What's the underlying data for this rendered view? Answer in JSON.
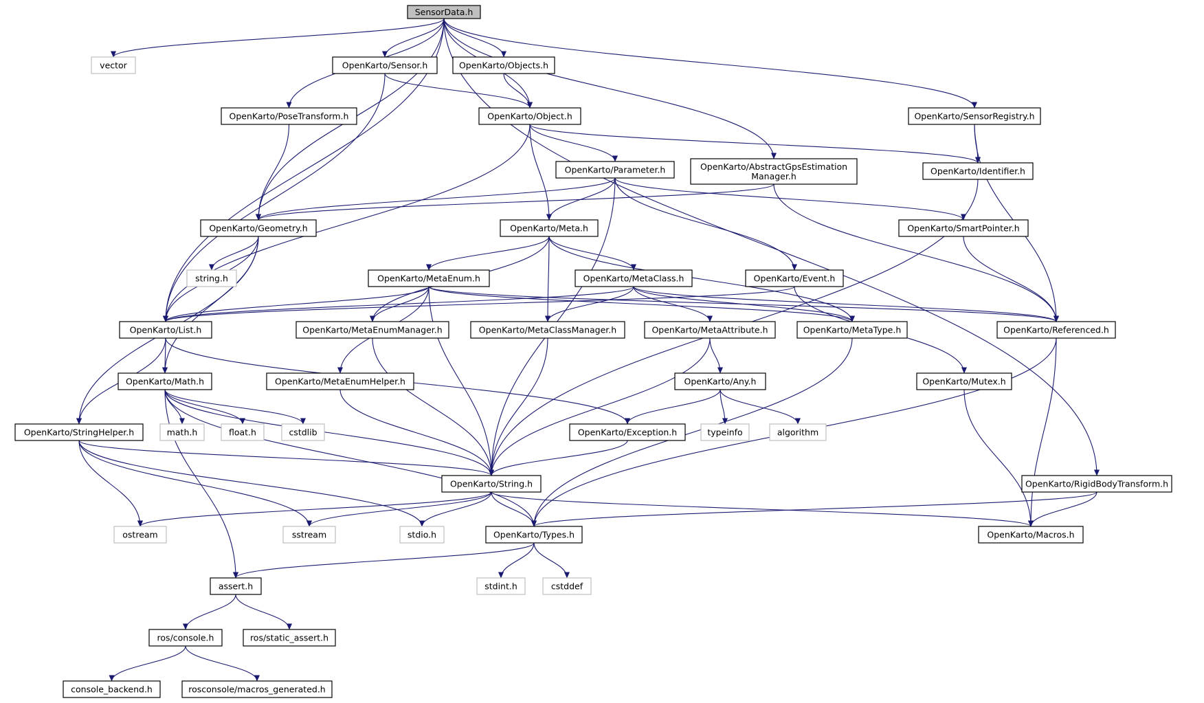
{
  "colors": {
    "edge": "#191970",
    "node_border": "#000000",
    "node_fill": "#ffffff",
    "root_fill": "#bfbfbf",
    "system_border": "#bfbfbf",
    "text": "#000000"
  },
  "nodes": [
    {
      "id": "sensordata",
      "label": "SensorData.h",
      "kind": "root"
    },
    {
      "id": "vector",
      "label": "vector",
      "kind": "system"
    },
    {
      "id": "sensor",
      "label": "OpenKarto/Sensor.h",
      "kind": "local"
    },
    {
      "id": "objects",
      "label": "OpenKarto/Objects.h",
      "kind": "local"
    },
    {
      "id": "posetransform",
      "label": "OpenKarto/PoseTransform.h",
      "kind": "local"
    },
    {
      "id": "object",
      "label": "OpenKarto/Object.h",
      "kind": "local"
    },
    {
      "id": "sensorregistry",
      "label": "OpenKarto/SensorRegistry.h",
      "kind": "local"
    },
    {
      "id": "parameter",
      "label": "OpenKarto/Parameter.h",
      "kind": "local"
    },
    {
      "id": "abstractgps",
      "label": "OpenKarto/AbstractGpsEstimation\nManager.h",
      "kind": "local"
    },
    {
      "id": "identifier",
      "label": "OpenKarto/Identifier.h",
      "kind": "local"
    },
    {
      "id": "geometry",
      "label": "OpenKarto/Geometry.h",
      "kind": "local"
    },
    {
      "id": "meta",
      "label": "OpenKarto/Meta.h",
      "kind": "local"
    },
    {
      "id": "smartpointer",
      "label": "OpenKarto/SmartPointer.h",
      "kind": "local"
    },
    {
      "id": "stringh",
      "label": "string.h",
      "kind": "system"
    },
    {
      "id": "metaenum",
      "label": "OpenKarto/MetaEnum.h",
      "kind": "local"
    },
    {
      "id": "metaclass",
      "label": "OpenKarto/MetaClass.h",
      "kind": "local"
    },
    {
      "id": "event",
      "label": "OpenKarto/Event.h",
      "kind": "local"
    },
    {
      "id": "list",
      "label": "OpenKarto/List.h",
      "kind": "local"
    },
    {
      "id": "metaenummanager",
      "label": "OpenKarto/MetaEnumManager.h",
      "kind": "local"
    },
    {
      "id": "metaclassmanager",
      "label": "OpenKarto/MetaClassManager.h",
      "kind": "local"
    },
    {
      "id": "metaattribute",
      "label": "OpenKarto/MetaAttribute.h",
      "kind": "local"
    },
    {
      "id": "metatype",
      "label": "OpenKarto/MetaType.h",
      "kind": "local"
    },
    {
      "id": "referenced",
      "label": "OpenKarto/Referenced.h",
      "kind": "local"
    },
    {
      "id": "math",
      "label": "OpenKarto/Math.h",
      "kind": "local"
    },
    {
      "id": "metaenumhelper",
      "label": "OpenKarto/MetaEnumHelper.h",
      "kind": "local"
    },
    {
      "id": "any",
      "label": "OpenKarto/Any.h",
      "kind": "local"
    },
    {
      "id": "mutex",
      "label": "OpenKarto/Mutex.h",
      "kind": "local"
    },
    {
      "id": "mathh",
      "label": "math.h",
      "kind": "system"
    },
    {
      "id": "floath",
      "label": "float.h",
      "kind": "system"
    },
    {
      "id": "cstdlib",
      "label": "cstdlib",
      "kind": "system"
    },
    {
      "id": "stringhelper",
      "label": "OpenKarto/StringHelper.h",
      "kind": "local"
    },
    {
      "id": "exception",
      "label": "OpenKarto/Exception.h",
      "kind": "local"
    },
    {
      "id": "typeinfo",
      "label": "typeinfo",
      "kind": "system"
    },
    {
      "id": "algorithm",
      "label": "algorithm",
      "kind": "system"
    },
    {
      "id": "string",
      "label": "OpenKarto/String.h",
      "kind": "local"
    },
    {
      "id": "rigidbody",
      "label": "OpenKarto/RigidBodyTransform.h",
      "kind": "local"
    },
    {
      "id": "ostream",
      "label": "ostream",
      "kind": "system"
    },
    {
      "id": "sstream",
      "label": "sstream",
      "kind": "system"
    },
    {
      "id": "stdioh",
      "label": "stdio.h",
      "kind": "system"
    },
    {
      "id": "types",
      "label": "OpenKarto/Types.h",
      "kind": "local"
    },
    {
      "id": "macros",
      "label": "OpenKarto/Macros.h",
      "kind": "local"
    },
    {
      "id": "assert",
      "label": "assert.h",
      "kind": "local"
    },
    {
      "id": "stdint",
      "label": "stdint.h",
      "kind": "system"
    },
    {
      "id": "cstddef",
      "label": "cstddef",
      "kind": "system"
    },
    {
      "id": "rosconsole",
      "label": "ros/console.h",
      "kind": "local"
    },
    {
      "id": "staticassert",
      "label": "ros/static_assert.h",
      "kind": "local"
    },
    {
      "id": "consolebackend",
      "label": "console_backend.h",
      "kind": "local"
    },
    {
      "id": "macrosgen",
      "label": "rosconsole/macros_generated.h",
      "kind": "local"
    }
  ],
  "edges": [
    [
      "sensordata",
      "vector"
    ],
    [
      "sensordata",
      "sensor"
    ],
    [
      "sensordata",
      "objects"
    ],
    [
      "sensordata",
      "posetransform"
    ],
    [
      "sensordata",
      "object"
    ],
    [
      "sensordata",
      "sensorregistry"
    ],
    [
      "sensordata",
      "abstractgps"
    ],
    [
      "sensordata",
      "geometry"
    ],
    [
      "sensordata",
      "list"
    ],
    [
      "sensordata",
      "rigidbody"
    ],
    [
      "sensor",
      "object"
    ],
    [
      "sensor",
      "list"
    ],
    [
      "objects",
      "object"
    ],
    [
      "posetransform",
      "geometry"
    ],
    [
      "object",
      "parameter"
    ],
    [
      "object",
      "identifier"
    ],
    [
      "object",
      "meta"
    ],
    [
      "object",
      "list"
    ],
    [
      "sensorregistry",
      "identifier"
    ],
    [
      "sensorregistry",
      "referenced"
    ],
    [
      "abstractgps",
      "geometry"
    ],
    [
      "abstractgps",
      "referenced"
    ],
    [
      "identifier",
      "string"
    ],
    [
      "parameter",
      "geometry"
    ],
    [
      "parameter",
      "meta"
    ],
    [
      "parameter",
      "smartpointer"
    ],
    [
      "parameter",
      "event"
    ],
    [
      "parameter",
      "string"
    ],
    [
      "geometry",
      "stringh"
    ],
    [
      "geometry",
      "list"
    ],
    [
      "geometry",
      "math"
    ],
    [
      "geometry",
      "stringhelper"
    ],
    [
      "meta",
      "metaenum"
    ],
    [
      "meta",
      "metaclass"
    ],
    [
      "meta",
      "metaenummanager"
    ],
    [
      "meta",
      "metaclassmanager"
    ],
    [
      "meta",
      "metatype"
    ],
    [
      "smartpointer",
      "referenced"
    ],
    [
      "metaenum",
      "list"
    ],
    [
      "metaenum",
      "metaenummanager"
    ],
    [
      "metaenum",
      "metaenumhelper"
    ],
    [
      "metaenum",
      "metatype"
    ],
    [
      "metaenum",
      "referenced"
    ],
    [
      "metaenum",
      "string"
    ],
    [
      "metaclass",
      "list"
    ],
    [
      "metaclass",
      "metaclassmanager"
    ],
    [
      "metaclass",
      "metaattribute"
    ],
    [
      "metaclass",
      "metatype"
    ],
    [
      "metaclass",
      "referenced"
    ],
    [
      "event",
      "list"
    ],
    [
      "event",
      "mutex"
    ],
    [
      "list",
      "math"
    ],
    [
      "list",
      "stringhelper"
    ],
    [
      "list",
      "exception"
    ],
    [
      "metaenummanager",
      "string"
    ],
    [
      "metaclassmanager",
      "string"
    ],
    [
      "metaattribute",
      "any"
    ],
    [
      "metaattribute",
      "string"
    ],
    [
      "metatype",
      "types"
    ],
    [
      "referenced",
      "types"
    ],
    [
      "referenced",
      "macros"
    ],
    [
      "math",
      "mathh"
    ],
    [
      "math",
      "floath"
    ],
    [
      "math",
      "cstdlib"
    ],
    [
      "math",
      "string"
    ],
    [
      "math",
      "assert"
    ],
    [
      "math",
      "types"
    ],
    [
      "metaenumhelper",
      "string"
    ],
    [
      "any",
      "exception"
    ],
    [
      "any",
      "typeinfo"
    ],
    [
      "any",
      "algorithm"
    ],
    [
      "mutex",
      "macros"
    ],
    [
      "stringhelper",
      "string"
    ],
    [
      "stringhelper",
      "ostream"
    ],
    [
      "stringhelper",
      "sstream"
    ],
    [
      "stringhelper",
      "stdioh"
    ],
    [
      "exception",
      "string"
    ],
    [
      "string",
      "ostream"
    ],
    [
      "string",
      "sstream"
    ],
    [
      "string",
      "stdioh"
    ],
    [
      "string",
      "types"
    ],
    [
      "string",
      "macros"
    ],
    [
      "rigidbody",
      "types"
    ],
    [
      "rigidbody",
      "macros"
    ],
    [
      "types",
      "assert"
    ],
    [
      "types",
      "stdint"
    ],
    [
      "types",
      "cstddef"
    ],
    [
      "assert",
      "rosconsole"
    ],
    [
      "assert",
      "staticassert"
    ],
    [
      "rosconsole",
      "consolebackend"
    ],
    [
      "rosconsole",
      "macrosgen"
    ]
  ]
}
